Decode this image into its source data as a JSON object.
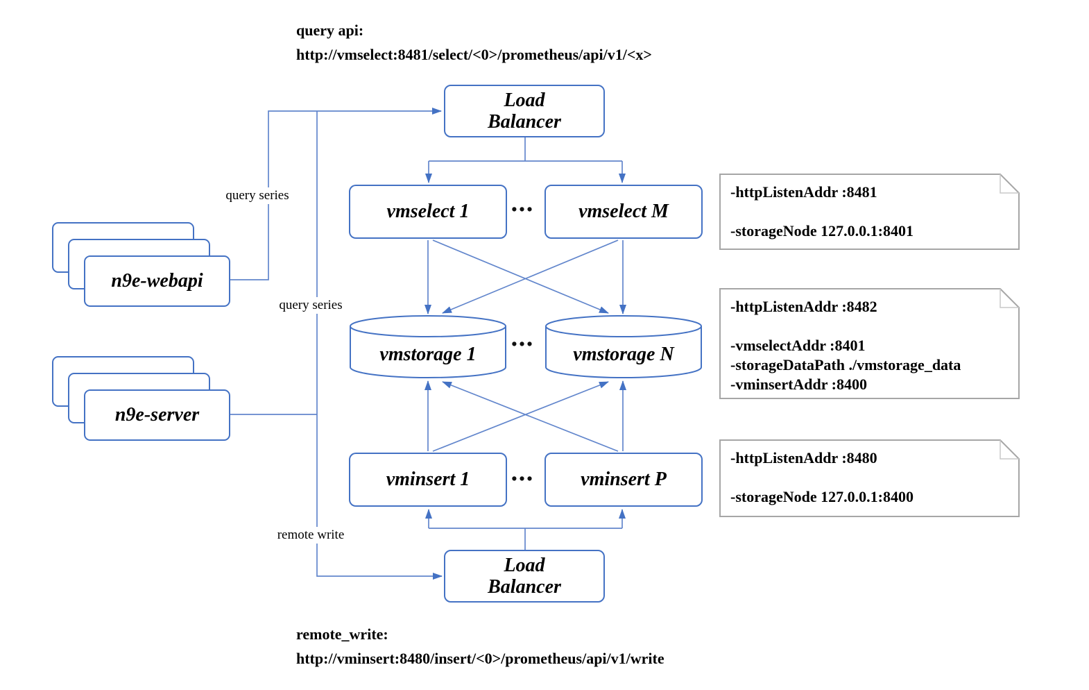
{
  "colors": {
    "accent_blue": "#4472C4",
    "line_blue": "#6286CC",
    "note_border": "#A6A6A6",
    "text": "#000000",
    "background": "#FFFFFF"
  },
  "header": {
    "query_api_title": "query api:",
    "query_api_url": "http://vmselect:8481/select/<0>/prometheus/api/v1/<x>"
  },
  "footer": {
    "remote_write_title": "remote_write:",
    "remote_write_url": "http://vminsert:8480/insert/<0>/prometheus/api/v1/write"
  },
  "nodes": {
    "lb_top": {
      "line1": "Load",
      "line2": "Balancer"
    },
    "vmselect_1": {
      "label": "vmselect 1"
    },
    "vmselect_m": {
      "label": "vmselect M"
    },
    "vmstorage_1": {
      "label": "vmstorage 1"
    },
    "vmstorage_n": {
      "label": "vmstorage N"
    },
    "vminsert_1": {
      "label": "vminsert 1"
    },
    "vminsert_p": {
      "label": "vminsert P"
    },
    "lb_bottom": {
      "line1": "Load",
      "line2": "Balancer"
    },
    "n9e_webapi": {
      "label": "n9e-webapi"
    },
    "n9e_server": {
      "label": "n9e-server"
    }
  },
  "edge_labels": {
    "query_series_top": "query series",
    "query_series_mid": "query series",
    "remote_write": "remote write"
  },
  "ellipsis": "•••",
  "notes": [
    {
      "lines": [
        "-httpListenAddr :8481",
        "",
        "-storageNode 127.0.0.1:8401"
      ]
    },
    {
      "lines": [
        "-httpListenAddr :8482",
        "",
        "-vmselectAddr :8401",
        "-storageDataPath ./vmstorage_data",
        "-vminsertAddr :8400"
      ]
    },
    {
      "lines": [
        "-httpListenAddr :8480",
        "",
        "-storageNode 127.0.0.1:8400"
      ]
    }
  ]
}
